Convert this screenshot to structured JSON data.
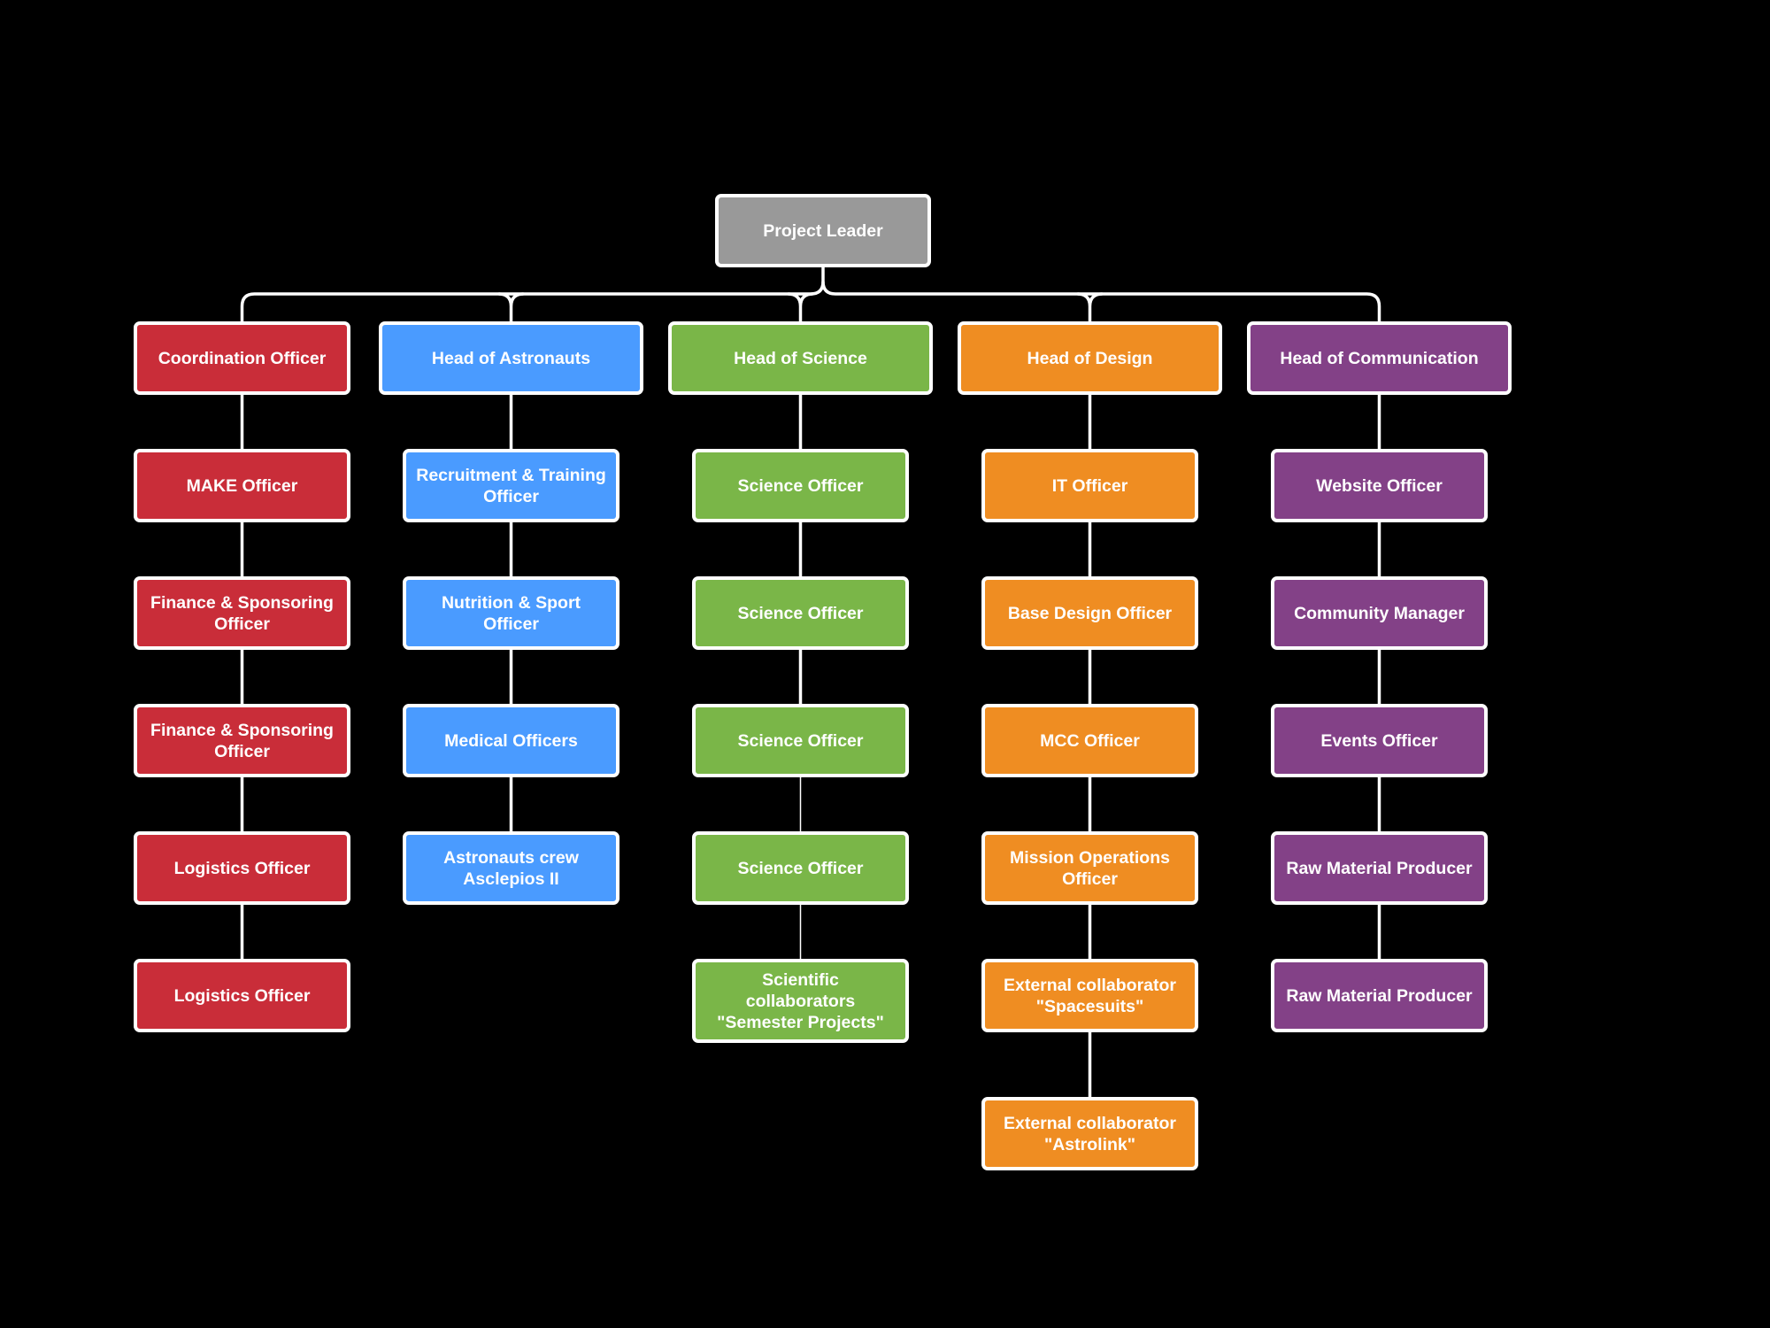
{
  "colors": {
    "background": "#000000",
    "connector": "#ffffff",
    "root": "#999999",
    "coordination": "#c92d39",
    "astronauts": "#4a9bff",
    "science": "#7ab648",
    "design": "#ef8d22",
    "communication": "#834187"
  },
  "root": {
    "label": "Project Leader"
  },
  "columns": [
    {
      "head": "Coordination Officer",
      "color": "#c92d39",
      "members": [
        "MAKE Officer",
        "Finance & Sponsoring\nOfficer",
        "Finance & Sponsoring\nOfficer",
        "Logistics Officer",
        "Logistics Officer"
      ]
    },
    {
      "head": "Head of Astronauts",
      "color": "#4a9bff",
      "members": [
        "Recruitment & Training\nOfficer",
        "Nutrition & Sport\nOfficer",
        "Medical Officers",
        "Astronauts crew\nAsclepios II"
      ]
    },
    {
      "head": "Head of Science",
      "color": "#7ab648",
      "members": [
        "Science Officer",
        "Science Officer",
        "Science Officer",
        "Science Officer",
        "Scientific\ncollaborators\n\"Semester Projects\""
      ]
    },
    {
      "head": "Head of Design",
      "color": "#ef8d22",
      "members": [
        "IT Officer",
        "Base Design Officer",
        "MCC Officer",
        "Mission Operations\nOfficer",
        "External collaborator\n\"Spacesuits\"",
        "External collaborator\n\"Astrolink\""
      ]
    },
    {
      "head": "Head of Communication",
      "color": "#834187",
      "members": [
        "Website Officer",
        "Community Manager",
        "Events Officer",
        "Raw Material Producer",
        "Raw Material Producer"
      ]
    }
  ]
}
